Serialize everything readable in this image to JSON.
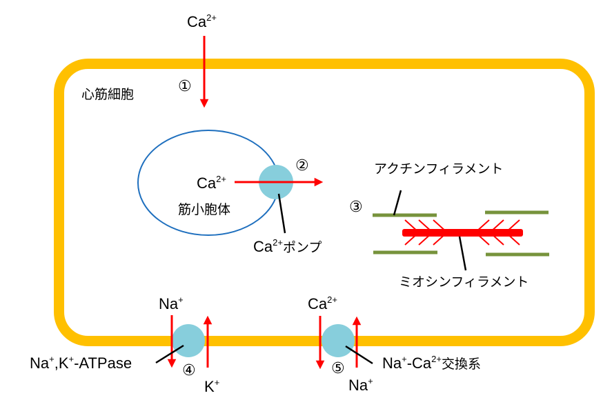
{
  "title": "心筋細胞",
  "colors": {
    "cell_membrane": "#ffc000",
    "arrow": "#ff0000",
    "pump": "#87cedc",
    "sarcoplasmic_reticulum": "#1e6fbe",
    "actin": "#77933c",
    "myosin": "#ff0000",
    "callout": "#000000"
  },
  "labels": {
    "cell": "心筋細胞",
    "step1": "①",
    "step2": "②",
    "step3": "③",
    "step4": "④",
    "step5": "⑤",
    "ca_outside": {
      "base": "Ca",
      "sup": "2+"
    },
    "ca_sr": {
      "base": "Ca",
      "sup": "2+"
    },
    "sr": "筋小胞体",
    "ca_pump": {
      "base": "Ca",
      "sup": "2+",
      "suffix": "ポンプ"
    },
    "actin": "アクチンフィラメント",
    "myosin": "ミオシンフィラメント",
    "na_in_atpase": {
      "base": "Na",
      "sup": "+"
    },
    "k_atpase": {
      "base": "K",
      "sup": "+"
    },
    "atpase": {
      "na": "Na",
      "na_sup": "+",
      "sep": ",K",
      "k_sup": "+",
      "suffix": "-ATPase"
    },
    "ca_exchanger": {
      "base": "Ca",
      "sup": "2+"
    },
    "na_exchanger": {
      "base": "Na",
      "sup": "+"
    },
    "exchanger": {
      "na": "Na",
      "na_sup": "+",
      "mid": "-Ca",
      "ca_sup": "2+",
      "suffix": "交換系"
    }
  },
  "flows": [
    {
      "step": "①",
      "ion": "Ca2+",
      "direction": "into cell"
    },
    {
      "step": "②",
      "ion": "Ca2+",
      "direction": "out of sarcoplasmic reticulum via Ca2+ pump"
    },
    {
      "step": "④",
      "ion": "Na+",
      "direction": "out (down arrow)",
      "transporter": "Na+,K+-ATPase"
    },
    {
      "step": "④",
      "ion": "K+",
      "direction": "in (up arrow)",
      "transporter": "Na+,K+-ATPase"
    },
    {
      "step": "⑤",
      "ion": "Ca2+",
      "direction": "out (down arrow)",
      "transporter": "Na+-Ca2+交換系"
    },
    {
      "step": "⑤",
      "ion": "Na+",
      "direction": "in (up arrow)",
      "transporter": "Na+-Ca2+交換系"
    }
  ]
}
